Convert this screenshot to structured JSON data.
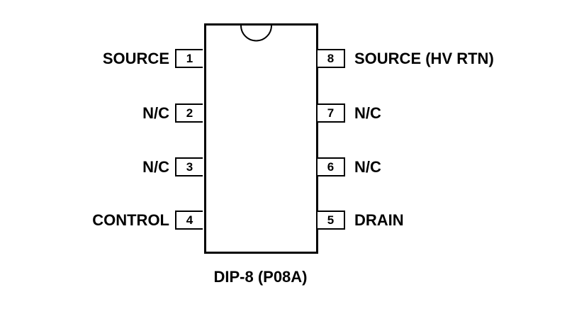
{
  "package_caption": "DIP-8 (P08A)",
  "pins_left": [
    {
      "number": "1",
      "label": "SOURCE"
    },
    {
      "number": "2",
      "label": "N/C"
    },
    {
      "number": "3",
      "label": "N/C"
    },
    {
      "number": "4",
      "label": "CONTROL"
    }
  ],
  "pins_right": [
    {
      "number": "8",
      "label": "SOURCE (HV RTN)"
    },
    {
      "number": "7",
      "label": "N/C"
    },
    {
      "number": "6",
      "label": "N/C"
    },
    {
      "number": "5",
      "label": "DRAIN"
    }
  ]
}
